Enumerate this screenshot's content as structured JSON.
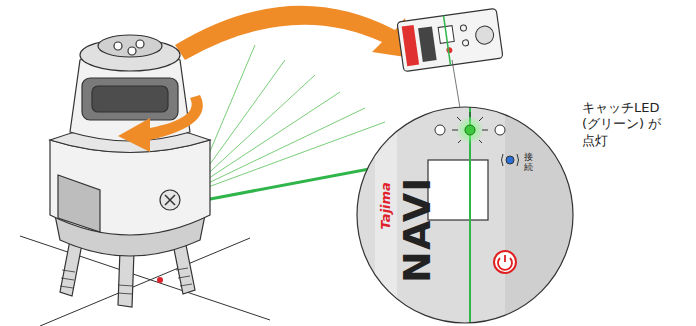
{
  "diagram": {
    "labels": [
      "キャッチLED (グリーン) が 点灯",
      "Tajima",
      "NAVI",
      "接続"
    ]
  }
}
